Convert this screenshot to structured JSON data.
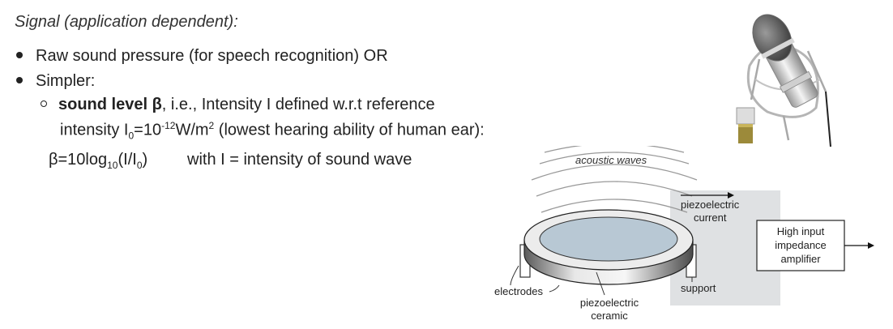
{
  "heading": "Signal (application dependent):",
  "bullets": [
    {
      "text": "Raw sound pressure (for speech recognition) OR"
    },
    {
      "text": "Simpler:"
    }
  ],
  "sub": {
    "bold": "sound level β",
    "rest": ", i.e., Intensity I defined w.r.t reference",
    "line2_a": "intensity I",
    "line2_sub": "0",
    "line2_b": "=10",
    "line2_sup": "-12",
    "line2_c": "W/m",
    "line2_sup2": "2",
    "line2_d": " (lowest hearing ability of human ear):"
  },
  "formula": {
    "a": "β=10log",
    "sub1": "10",
    "b": "(I/I",
    "sub2": "0",
    "c": ")",
    "desc": "with I = intensity of sound wave"
  },
  "diagram": {
    "acoustic": "acoustic waves",
    "current_line1": "piezoelectric",
    "current_line2": "current",
    "amp_line1": "High input",
    "amp_line2": "impedance",
    "amp_line3": "amplifier",
    "electrodes": "electrodes",
    "support": "support",
    "ceramic_line1": "piezoelectric",
    "ceramic_line2": "ceramic"
  },
  "colors": {
    "disc_fill": "#b8c8d4",
    "ring": "#e8e8e8",
    "support_box": "#dfe1e3"
  },
  "image": {
    "icon": "microphone-icon"
  }
}
